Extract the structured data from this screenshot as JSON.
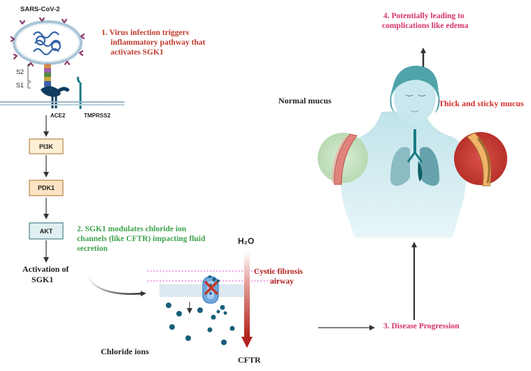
{
  "virus_label": "SARS-CoV-2",
  "s2_label": "S2",
  "s1_label": "S1",
  "ace2_label": "ACE2",
  "tmprss2_label": "TMPRSS2",
  "pathway": {
    "pi3k": "PI3K",
    "pdk1": "PDK1",
    "akt": "AKT"
  },
  "activation_line1": "Activation of",
  "activation_line2": "SGK1",
  "step1": {
    "line1": "1.  Virus infection triggers",
    "line2": "inflammatory pathway that",
    "line3": "activates SGK1"
  },
  "step2": {
    "line1": "2.  SGK1 modulates chloride ion",
    "line2": "channels (like CFTR) impacting fluid",
    "line3": "secretion"
  },
  "step3": "3. Disease Progression",
  "step4": {
    "line1": "4. Potentially leading to",
    "line2": "complications like edema"
  },
  "h2o_label": "H₂O",
  "cystic_line1": "Cystic fibrosis",
  "cystic_line2": "airway",
  "chloride_label": "Chloride ions",
  "cftr_label": "CFTR",
  "normal_mucus": "Normal mucus",
  "thick_mucus": "Thick and sticky mucus",
  "colors": {
    "step1": "#c0392b",
    "step2": "#3fa34d",
    "step3": "#d6336c",
    "step4": "#d6336c",
    "thick": "#d42e2e",
    "pi3k_fill": "#fdf0d5",
    "pdk1_fill": "#fde3c3",
    "akt_fill": "#e0f0f0"
  }
}
